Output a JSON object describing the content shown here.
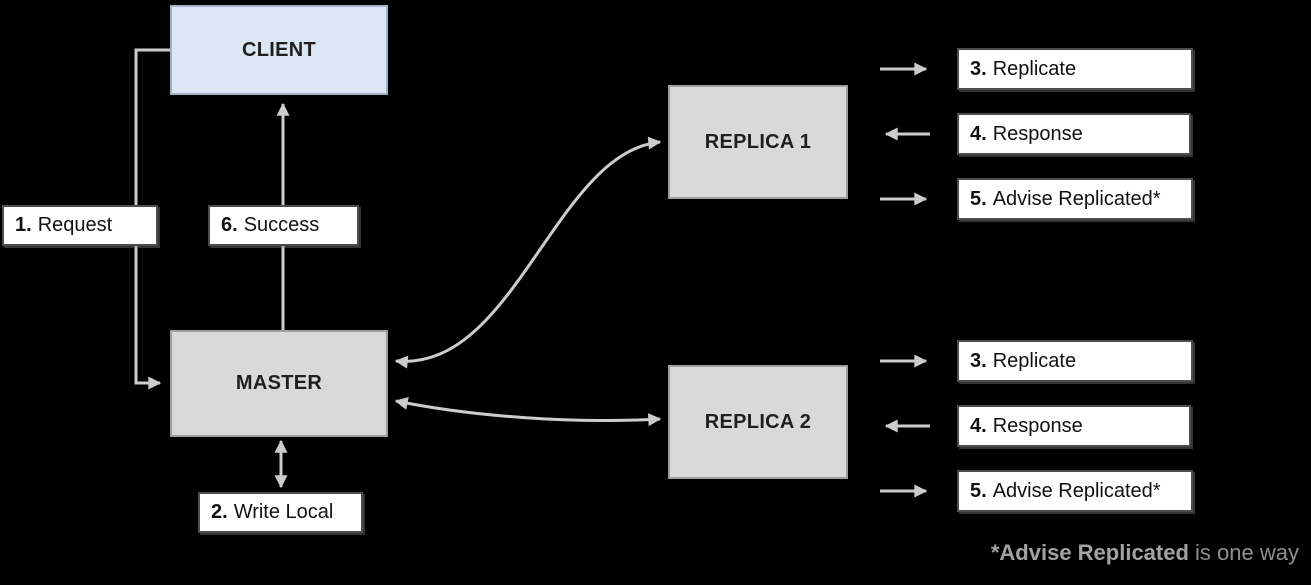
{
  "colors": {
    "background": "#000000",
    "client_fill": "#dae6f3",
    "client_border": "#9fb2c4",
    "node_fill": "#d9d9d9",
    "node_border": "#9e9e9e",
    "step_fill": "#ffffff",
    "step_border": "#4d4d4d",
    "step_text": "#111111",
    "arrow": "#cccccc",
    "footnote_text": "#8f8f8f"
  },
  "nodes": {
    "client": "CLIENT",
    "master": "MASTER",
    "replica1": "REPLICA 1",
    "replica2": "REPLICA 2"
  },
  "steps": {
    "request": {
      "num": "1.",
      "label": "Request"
    },
    "write_local": {
      "num": "2.",
      "label": "Write Local"
    },
    "replicate": {
      "num": "3.",
      "label": "Replicate"
    },
    "response": {
      "num": "4.",
      "label": "Response"
    },
    "advise": {
      "num": "5.",
      "label": "Advise Replicated*"
    },
    "success": {
      "num": "6.",
      "label": "Success"
    }
  },
  "footnote": {
    "bold": "*Advise Replicated",
    "rest": "is one way"
  }
}
